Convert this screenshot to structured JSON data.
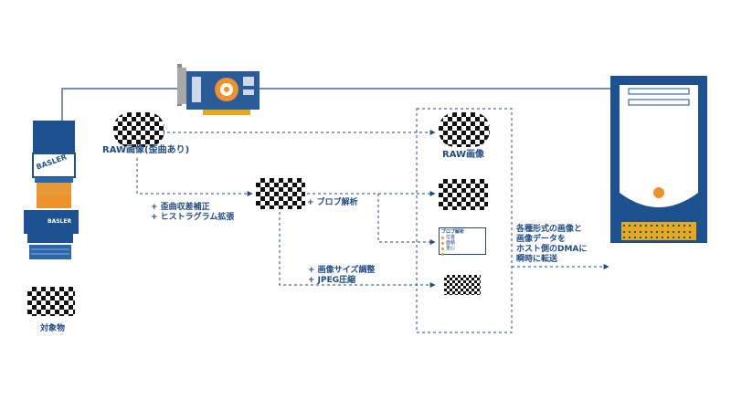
{
  "labels": {
    "raw_distorted": "RAW画像(歪曲あり)",
    "correction_1": "+ 歪曲収差補正",
    "correction_2": "+ ヒストラグラム拡張",
    "blob": "+ ブロブ解析",
    "resize_1": "+ 画像サイズ調整",
    "resize_2": "+ JPEG圧縮",
    "raw": "RAW画像",
    "object": "対象物",
    "dma_1": "各種形式の画像と",
    "dma_2": "画像データを",
    "dma_3": "ホスト側のDMAに",
    "dma_4": "瞬時に転送"
  },
  "camera": {
    "brand": "BASLER"
  },
  "blob_list": {
    "title": "ブロブ解析",
    "items": [
      "位置",
      "面積",
      "重心",
      "......"
    ]
  },
  "colors": {
    "navy": "#1e4a82",
    "orange": "#f0922b",
    "pc_blue": "#1d5190"
  }
}
